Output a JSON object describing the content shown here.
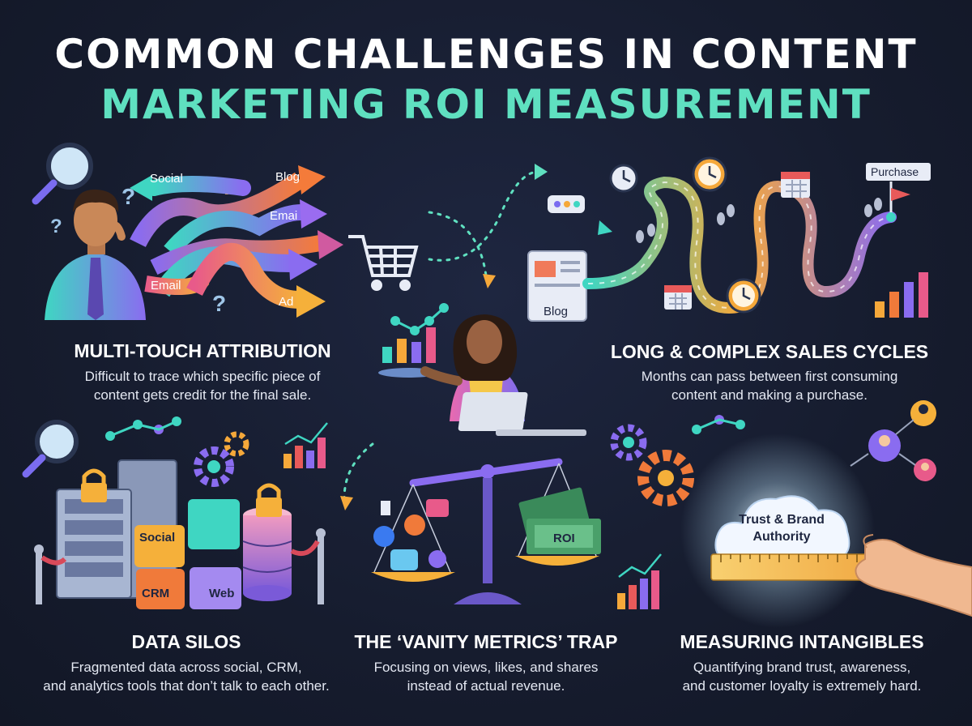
{
  "header": {
    "title_line1": "COMMON CHALLENGES IN CONTENT",
    "title_line2": "MARKETING ROI MEASUREMENT"
  },
  "sections": [
    {
      "id": "attribution",
      "title": "MULTI-TOUCH ATTRIBUTION",
      "desc1": "Difficult to trace which specific piece of",
      "desc2": "content gets credit for the final sale."
    },
    {
      "id": "sales-cycles",
      "title": "LONG & COMPLEX SALES CYCLES",
      "desc1": "Months can pass between first consuming",
      "desc2": "content and making a purchase."
    },
    {
      "id": "silos",
      "title": "DATA SILOS",
      "desc1": "Fragmented data across social, CRM,",
      "desc2": "and analytics tools that don’t talk to each other."
    },
    {
      "id": "vanity",
      "title": "THE ‘VANITY METRICS’ TRAP",
      "desc1": "Focusing on views, likes, and shares",
      "desc2": "instead of actual revenue."
    },
    {
      "id": "intangibles",
      "title": "MEASURING INTANGIBLES",
      "desc1": "Quantifying brand trust, awareness,",
      "desc2": "and customer loyalty is extremely hard."
    }
  ],
  "illustration_labels": {
    "social": "Social",
    "blog": "Blog",
    "email_top": "Emai",
    "email": "Email",
    "ad": "Ad",
    "purchase": "Purchase",
    "blog_page": "Blog",
    "puzzle_social": "Social",
    "puzzle_crm": "CRM",
    "puzzle_web": "Web",
    "roi": "ROI",
    "trust_line1": "Trust & Brand",
    "trust_line2": "Authority"
  },
  "colors": {
    "background": "#161c2e",
    "accent_teal": "#5fe0c0",
    "orange": "#f5a83a",
    "purple": "#8a6cf0",
    "pink": "#e85a8a"
  }
}
